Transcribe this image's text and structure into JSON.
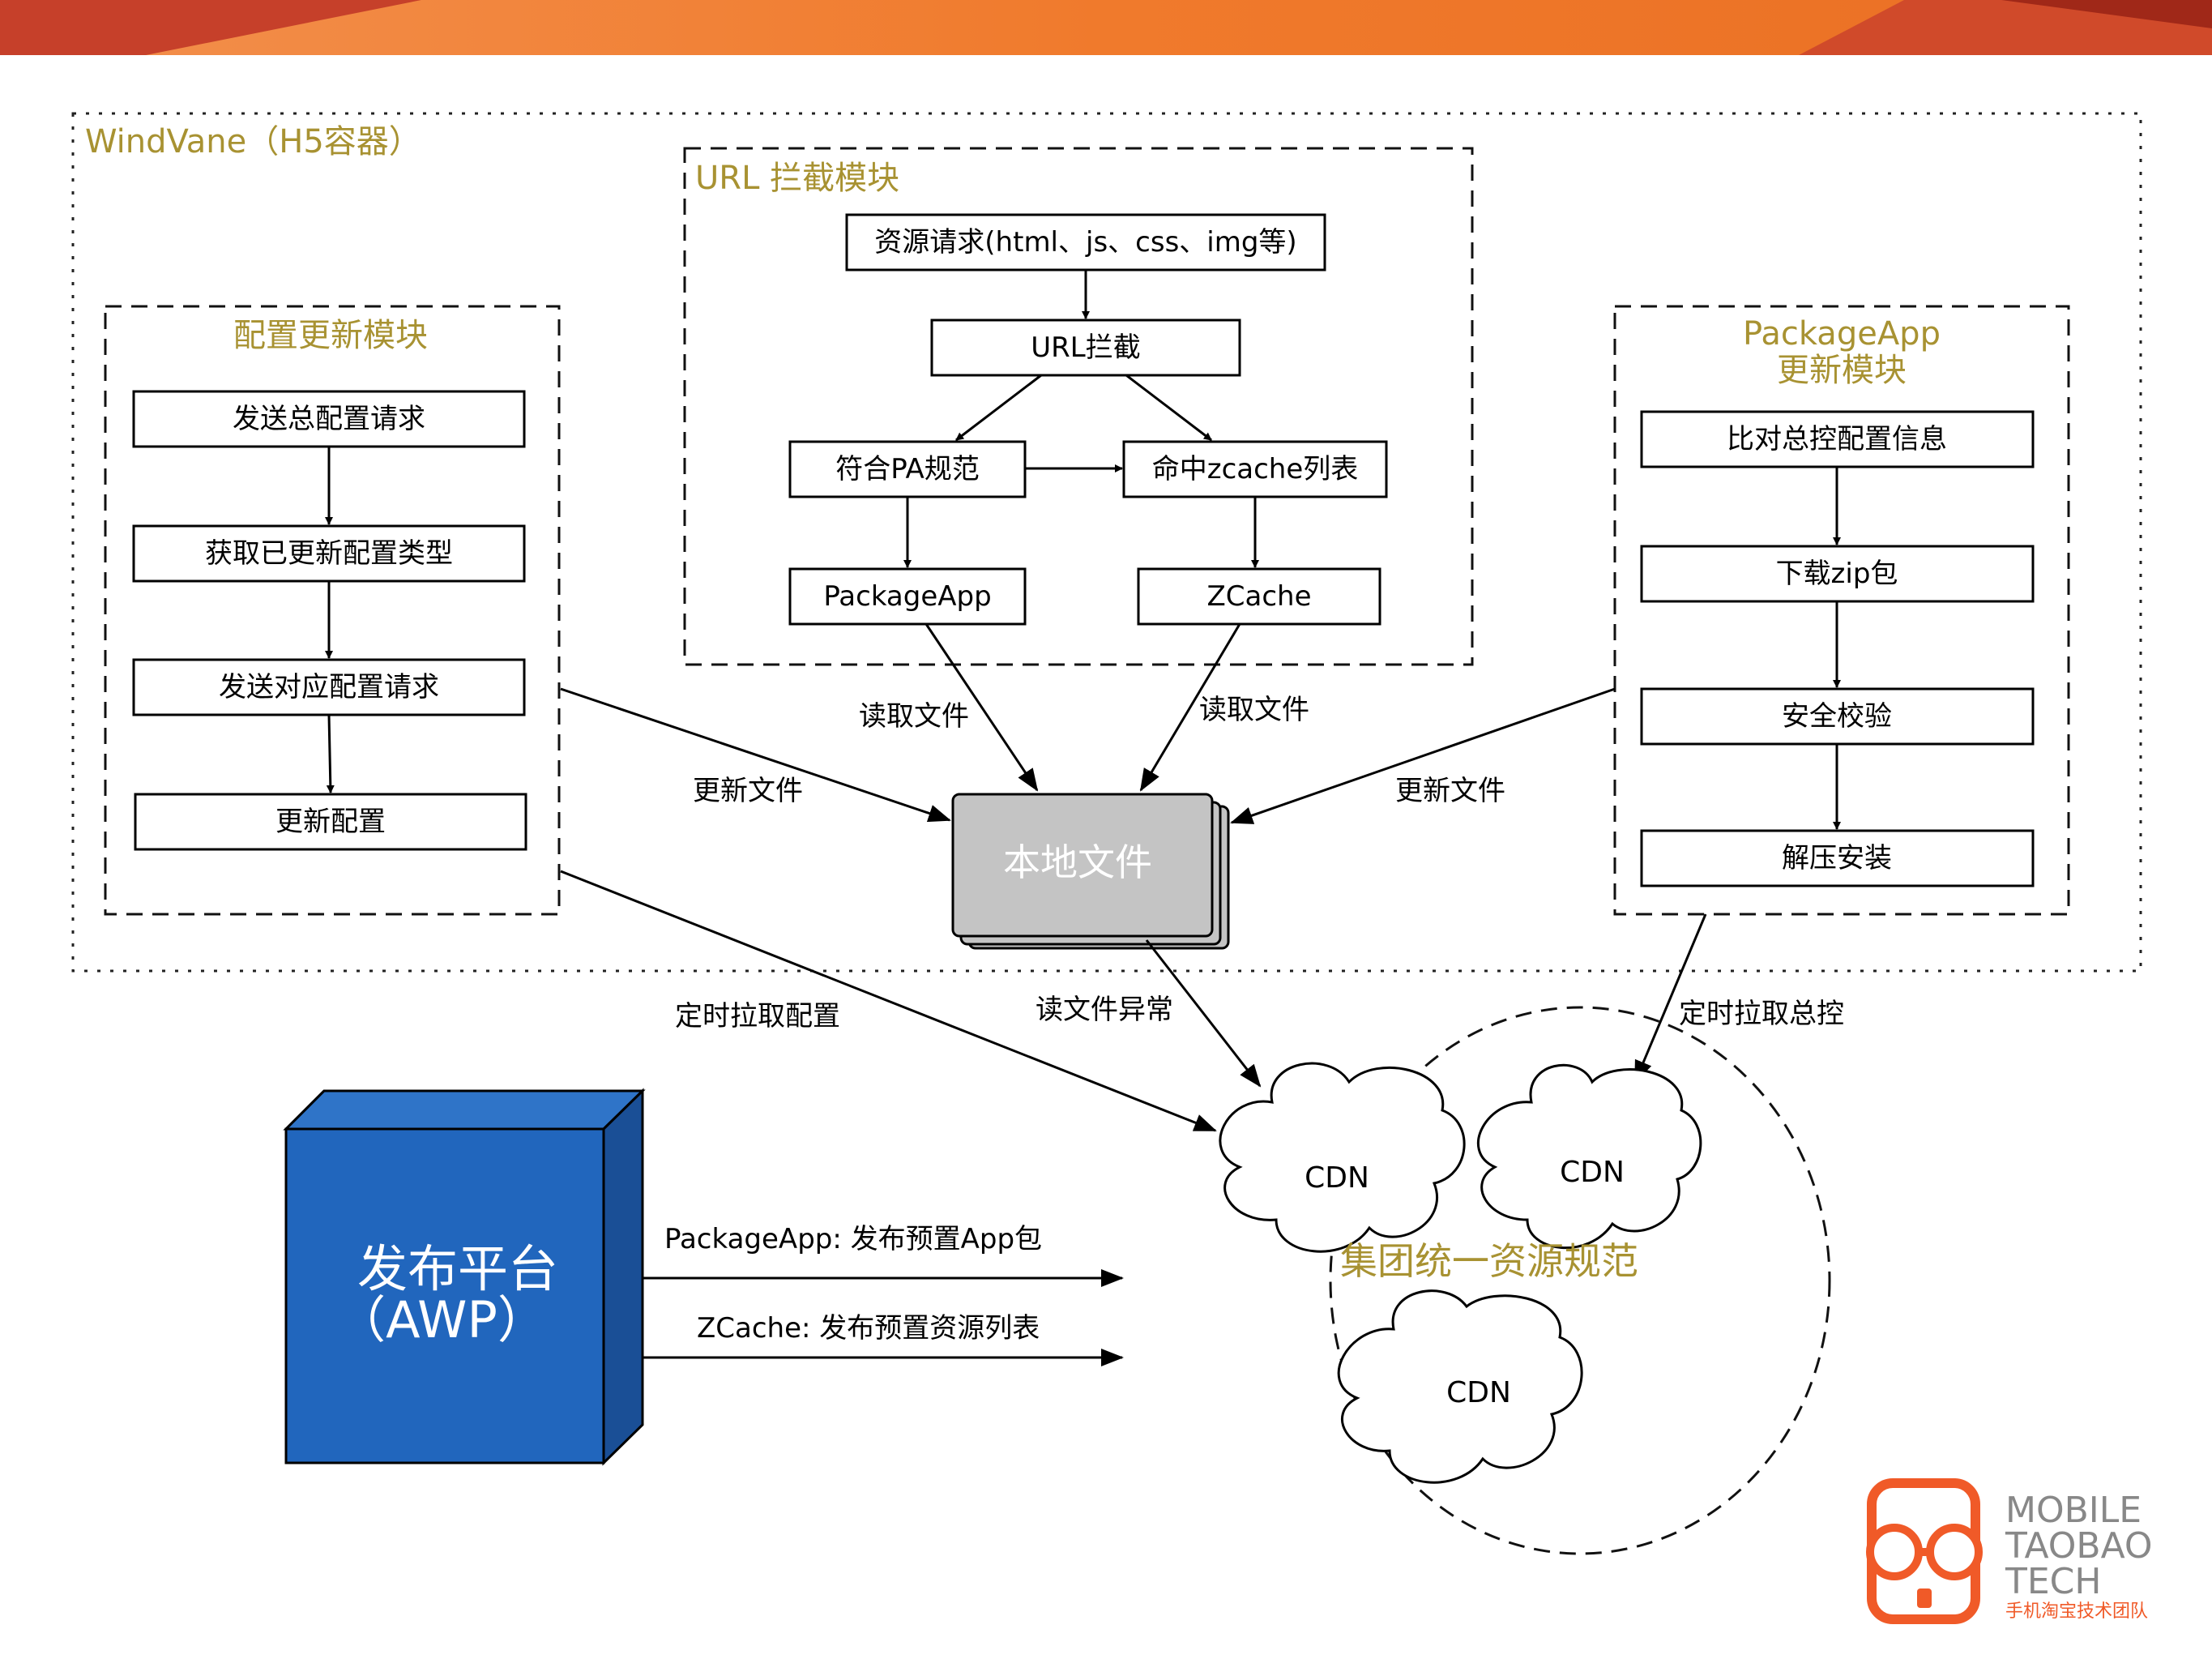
{
  "windvane": {
    "title": "WindVane（H5容器）"
  },
  "url_module": {
    "title": "URL 拦截模块",
    "resource_request": "资源请求(html、js、css、img等)",
    "url_intercept": "URL拦截",
    "pa_spec": "符合PA规范",
    "zcache_hit": "命中zcache列表",
    "packageapp": "PackageApp",
    "zcache": "ZCache"
  },
  "config_module": {
    "title": "配置更新模块",
    "steps": [
      "发送总配置请求",
      "获取已更新配置类型",
      "发送对应配置请求",
      "更新配置"
    ]
  },
  "pkg_module": {
    "title_line1": "PackageApp",
    "title_line2": "更新模块",
    "steps": [
      "比对总控配置信息",
      "下载zip包",
      "安全校验",
      "解压安装"
    ]
  },
  "local_files": "本地文件",
  "edges": {
    "read_file_left": "读取文件",
    "read_file_right": "读取文件",
    "update_file_left": "更新文件",
    "update_file_right": "更新文件",
    "timed_pull_config": "定时拉取配置",
    "read_file_error": "读文件异常",
    "timed_pull_master": "定时拉取总控",
    "publish_packageapp": "PackageApp: 发布预置App包",
    "publish_zcache": "ZCache: 发布预置资源列表"
  },
  "awp": {
    "line1": "发布平台",
    "line2": "（AWP）"
  },
  "cdn_group": {
    "title": "集团统一资源规范",
    "clouds": [
      "CDN",
      "CDN",
      "CDN"
    ]
  },
  "logo": {
    "line1": "MOBILE",
    "line2": "TAOBAO",
    "line3": "TECH",
    "line4": "手机淘宝技术团队"
  },
  "colors": {
    "header_orange": "#f07a2c",
    "group_title_gold": "#a89232",
    "awp_blue": "#2166bd",
    "local_files_gray": "#c4c4c4",
    "logo_orange": "#f05a28"
  }
}
